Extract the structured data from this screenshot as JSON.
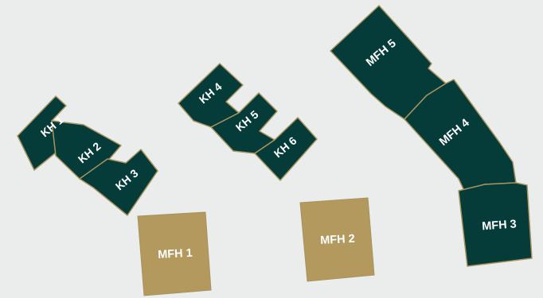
{
  "colors": {
    "background": "#ebedec",
    "dark_green": "#053b39",
    "gold": "#b3995e",
    "outline": "#a8935c"
  },
  "buildings": {
    "kh1": "KH 1",
    "kh2": "KH 2",
    "kh3": "KH 3",
    "kh4": "KH 4",
    "kh5": "KH 5",
    "kh6": "KH 6",
    "mfh1": "MFH 1",
    "mfh2": "MFH 2",
    "mfh3": "MFH 3",
    "mfh4": "MFH 4",
    "mfh5": "MFH 5"
  }
}
